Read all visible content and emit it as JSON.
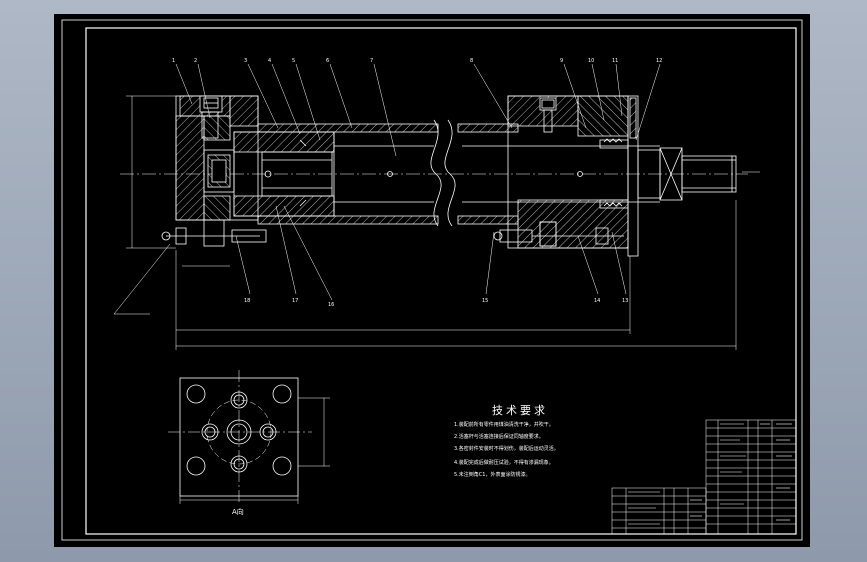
{
  "drawing": {
    "colors": {
      "background": "#000000",
      "line": "#ffffff",
      "viewport_bg": "#9aa5b6",
      "hatch": "#ffffff"
    },
    "balloons": {
      "top": [
        "1",
        "2",
        "3",
        "4",
        "5",
        "6",
        "7",
        "8",
        "9",
        "10",
        "11",
        "12"
      ],
      "bottom": [
        "18",
        "17",
        "16",
        "15",
        "14",
        "13"
      ]
    },
    "view_label": "A向",
    "tech_requirements": {
      "title": "技术要求",
      "lines": [
        "1.装配前所有零件用煤油清洗干净，并吹干。",
        "2.活塞杆与活塞连接后保证同轴度要求。",
        "3.各密封件安装时不得划伤，装配后运动灵活。",
        "4.装配完成后做耐压试验，不得有渗漏现象。",
        "5.未注倒角C1，外表面涂防锈漆。"
      ]
    }
  }
}
